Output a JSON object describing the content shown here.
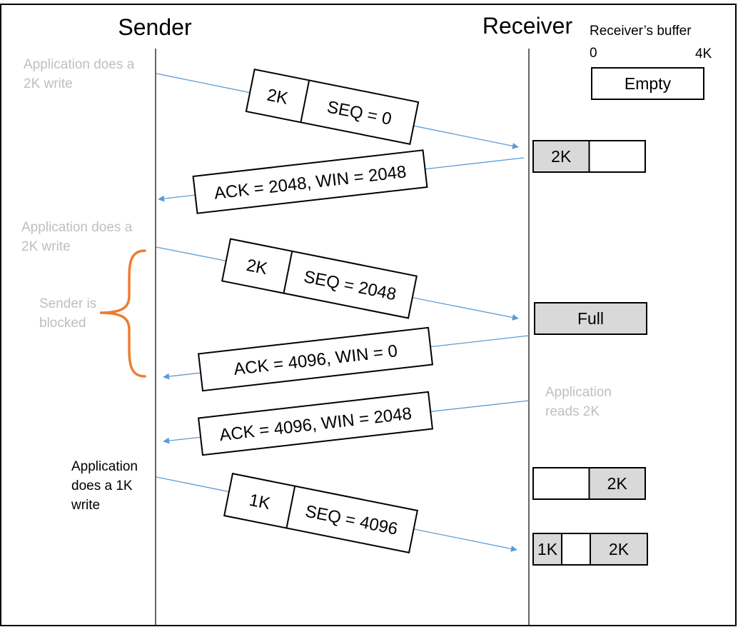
{
  "colors": {
    "arrow": "#5b9bd5",
    "note_gray": "#bfbfbf",
    "note_black": "#000000",
    "brace": "#ed7d31",
    "buffer_fill": "#d9d9d9"
  },
  "headers": {
    "sender": "Sender",
    "receiver": "Receiver"
  },
  "buffer_legend": {
    "title": "Receiver’s buffer",
    "start": "0",
    "end": "4K"
  },
  "sender_notes": [
    {
      "lines": [
        "Application does a",
        "2K write"
      ],
      "color": "gray"
    },
    {
      "lines": [
        "Application does a",
        "2K write"
      ],
      "color": "gray"
    },
    {
      "lines": [
        "Application",
        "does a 1K",
        "write"
      ],
      "color": "black"
    }
  ],
  "blocked_note": {
    "lines": [
      "Sender is",
      "blocked"
    ]
  },
  "receiver_note": {
    "lines": [
      "Application",
      "reads 2K"
    ]
  },
  "data_segments": [
    {
      "size": "2K",
      "seq": "SEQ = 0"
    },
    {
      "size": "2K",
      "seq": "SEQ = 2048"
    },
    {
      "size": "1K",
      "seq": "SEQ = 4096"
    }
  ],
  "acks": [
    {
      "text": "ACK = 2048, WIN = 2048"
    },
    {
      "text": "ACK = 4096, WIN = 0"
    },
    {
      "text": "ACK = 4096, WIN = 2048"
    }
  ],
  "buffer_states": [
    {
      "cells": [
        {
          "label": "Empty",
          "filled": false,
          "span": 1.0
        }
      ]
    },
    {
      "cells": [
        {
          "label": "2K",
          "filled": true,
          "span": 0.5
        },
        {
          "label": "",
          "filled": false,
          "span": 0.5
        }
      ]
    },
    {
      "cells": [
        {
          "label": "Full",
          "filled": true,
          "span": 1.0
        }
      ]
    },
    {
      "cells": [
        {
          "label": "",
          "filled": false,
          "span": 0.5
        },
        {
          "label": "2K",
          "filled": true,
          "span": 0.5
        }
      ]
    },
    {
      "cells": [
        {
          "label": "1K",
          "filled": true,
          "span": 0.25
        },
        {
          "label": "",
          "filled": false,
          "span": 0.25
        },
        {
          "label": "2K",
          "filled": true,
          "span": 0.5
        }
      ]
    }
  ]
}
